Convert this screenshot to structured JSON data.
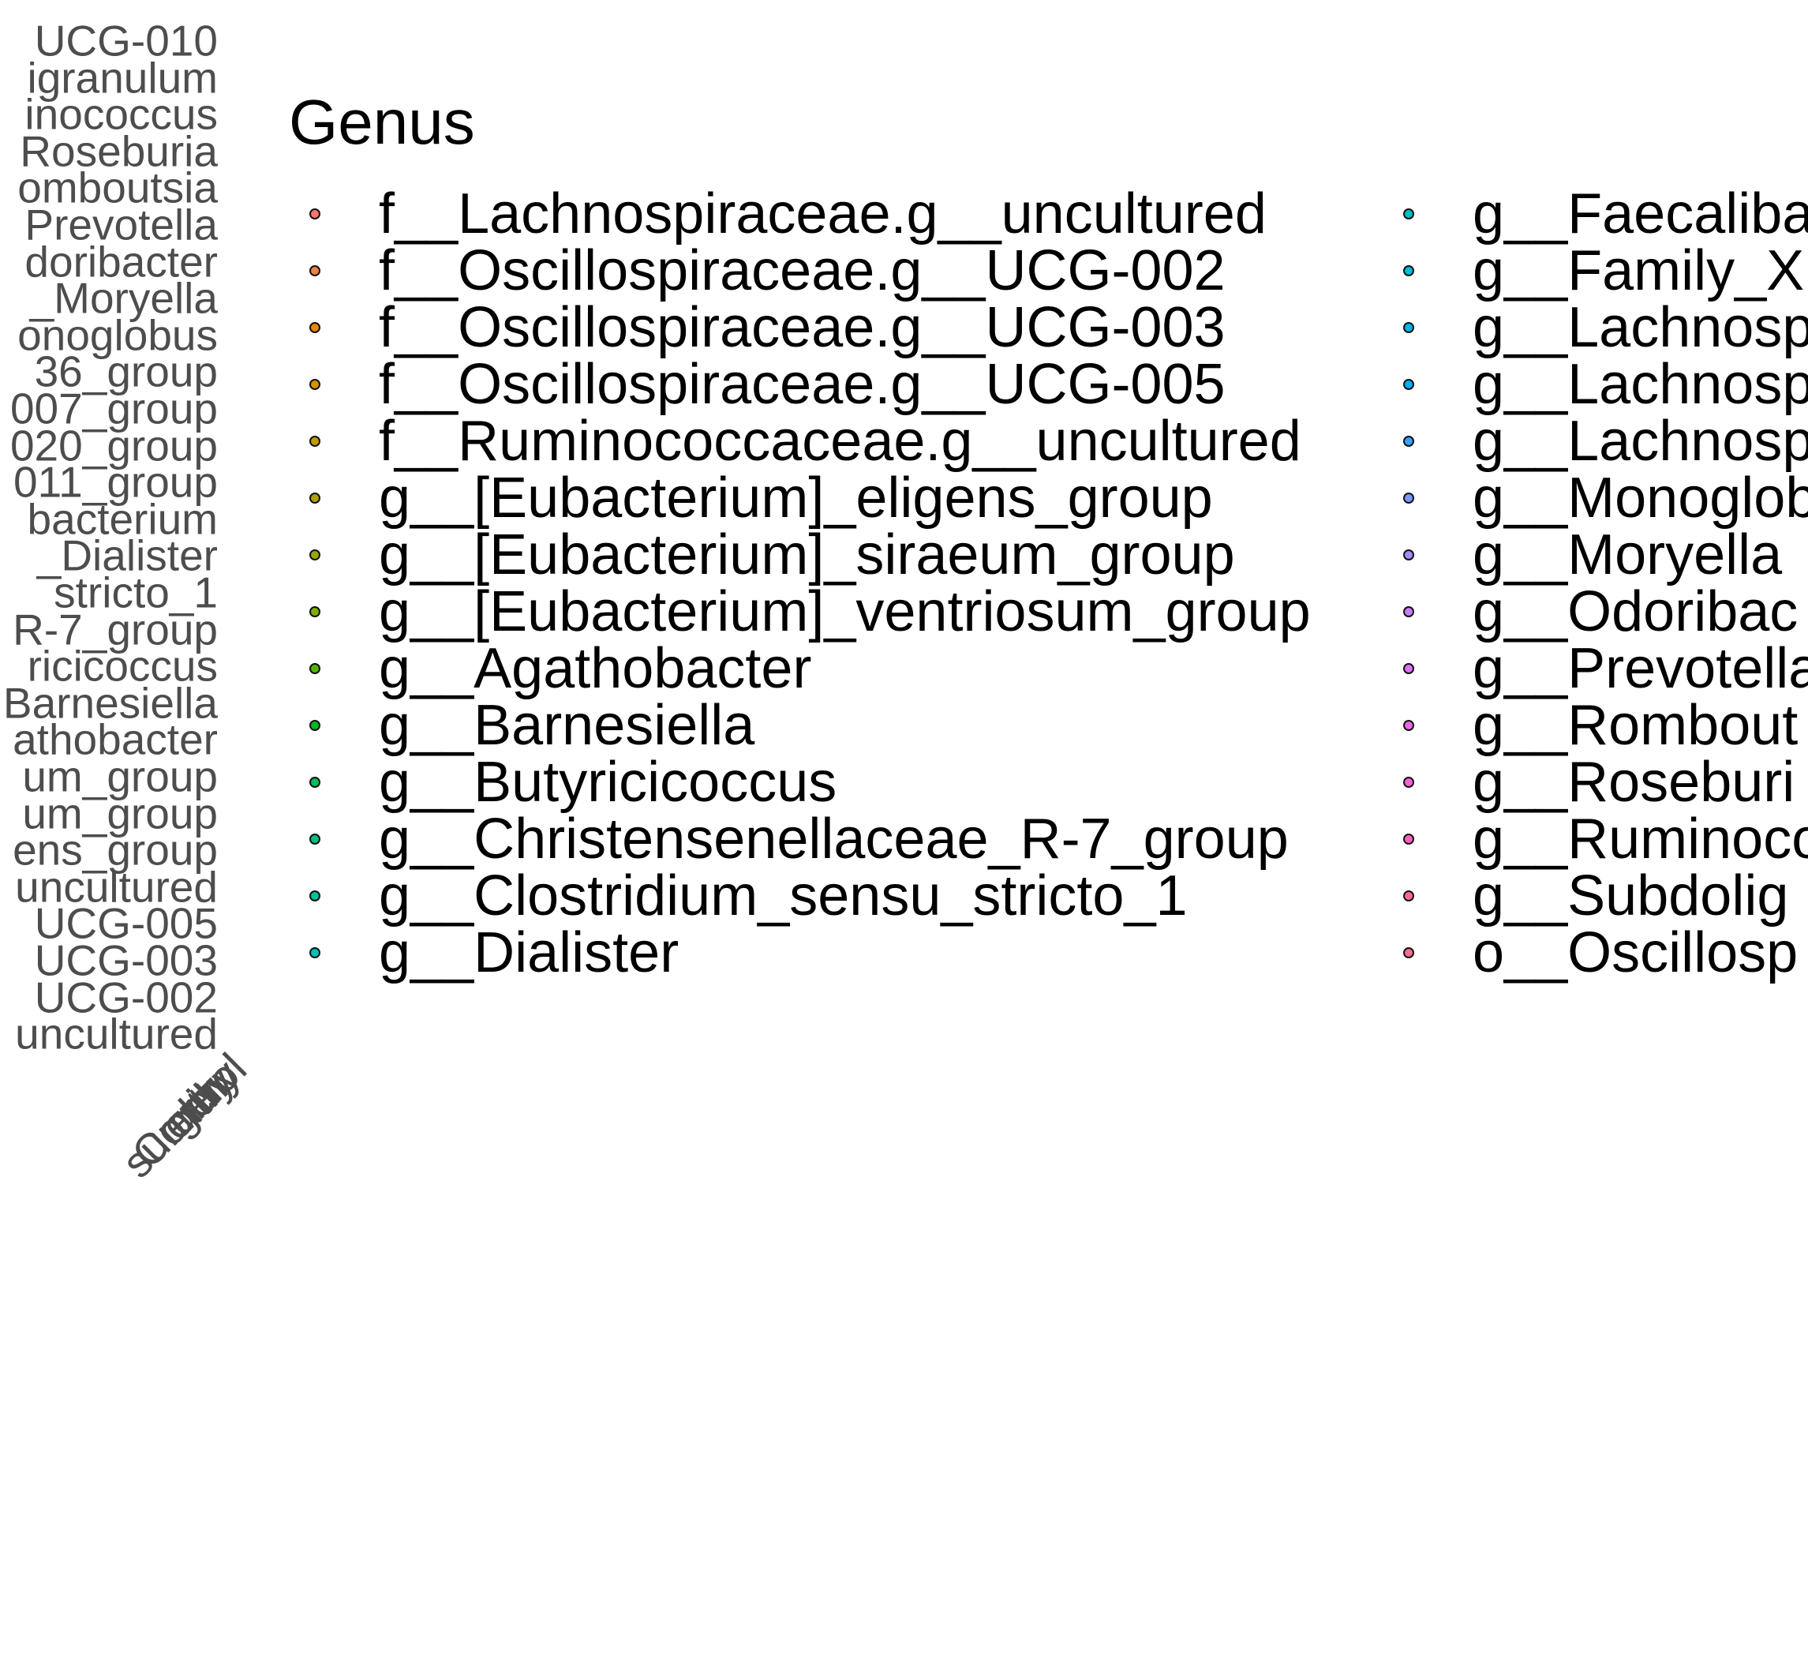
{
  "chart_data": {
    "type": "heatmap",
    "title": "",
    "xlabel": "",
    "ylabel": "",
    "y_tick_labels": [
      "UCG-010",
      "igranulum",
      "inococcus",
      "Roseburia",
      "omboutsia",
      "Prevotella",
      "doribacter",
      "_Moryella",
      "onoglobus",
      "36_group",
      "007_group",
      "020_group",
      "011_group",
      "bacterium",
      "_Dialister",
      "stricto_1",
      "R-7_group",
      "ricicoccus",
      "Barnesiella",
      "athobacter",
      "um_group",
      "um_group",
      "ens_group",
      "uncultured",
      "UCG-005",
      "UCG-003",
      "UCG-002",
      "uncultured"
    ],
    "x_tick_labels": [
      "lth",
      "erity",
      "surgery",
      "Control"
    ],
    "legend": {
      "title": "Genus",
      "entries": [
        {
          "label": "f__Lachnospiraceae.g__uncultured",
          "color": "#F8766D"
        },
        {
          "label": "f__Oscillospiraceae.g__UCG-002",
          "color": "#EF7F49"
        },
        {
          "label": "f__Oscillospiraceae.g__UCG-003",
          "color": "#E38900"
        },
        {
          "label": "f__Oscillospiraceae.g__UCG-005",
          "color": "#D49200"
        },
        {
          "label": "f__Ruminococcaceae.g__uncultured",
          "color": "#C49A00"
        },
        {
          "label": "g__[Eubacterium]_eligens_group",
          "color": "#B0A100"
        },
        {
          "label": "g__[Eubacterium]_siraeum_group",
          "color": "#99A800"
        },
        {
          "label": "g__[Eubacterium]_ventriosum_group",
          "color": "#7CAE00"
        },
        {
          "label": "g__Agathobacter",
          "color": "#53B400"
        },
        {
          "label": "g__Barnesiella",
          "color": "#00B81F"
        },
        {
          "label": "g__Butyricicoccus",
          "color": "#00BC59"
        },
        {
          "label": "g__Christensenellaceae_R-7_group",
          "color": "#00BF7D"
        },
        {
          "label": "g__Clostridium_sensu_stricto_1",
          "color": "#00C19C"
        },
        {
          "label": "g__Dialister",
          "color": "#00C0B7"
        },
        {
          "label": "g__Faecaliba",
          "color": "#00BFC4"
        },
        {
          "label": "g__Family_X",
          "color": "#00BCD8"
        },
        {
          "label": "g__Lachnosp",
          "color": "#00B6EB"
        },
        {
          "label": "g__Lachnosp",
          "color": "#00ADFA"
        },
        {
          "label": "g__Lachnosp",
          "color": "#35A2FF"
        },
        {
          "label": "g__Monoglob",
          "color": "#7997FF"
        },
        {
          "label": "g__Moryella",
          "color": "#A58AFF"
        },
        {
          "label": "g__Odoribac",
          "color": "#C77CFF"
        },
        {
          "label": "g__Prevotella",
          "color": "#DF70F8"
        },
        {
          "label": "g__Rombout",
          "color": "#F066EA"
        },
        {
          "label": "g__Roseburi",
          "color": "#FB61D7"
        },
        {
          "label": "g__Ruminoco",
          "color": "#FF62BC"
        },
        {
          "label": "g__Subdolig",
          "color": "#FF67A4"
        },
        {
          "label": "o__Oscillosp",
          "color": "#FF6C91"
        }
      ],
      "columns": 2,
      "placement": "right"
    }
  }
}
